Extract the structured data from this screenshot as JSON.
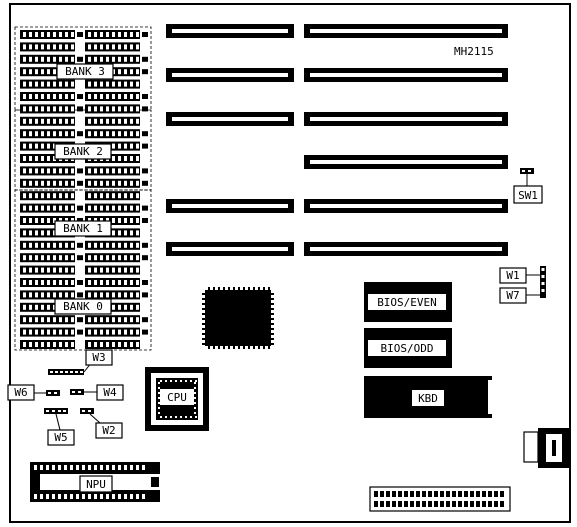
{
  "board": {
    "model": "MH2115",
    "banks": [
      "BANK 3",
      "BANK 2",
      "BANK 1",
      "BANK 0"
    ],
    "chips": {
      "bios_even": "BIOS/EVEN",
      "bios_odd": "BIOS/ODD",
      "kbd": "KBD",
      "cpu": "CPU",
      "npu": "NPU"
    },
    "jumpers": {
      "sw1": "SW1",
      "w1": "W1",
      "w7": "W7",
      "w3": "W3",
      "w4": "W4",
      "w6": "W6",
      "w5": "W5",
      "w2": "W2"
    },
    "colors": {
      "ink": "#000000",
      "paper": "#ffffff"
    }
  }
}
